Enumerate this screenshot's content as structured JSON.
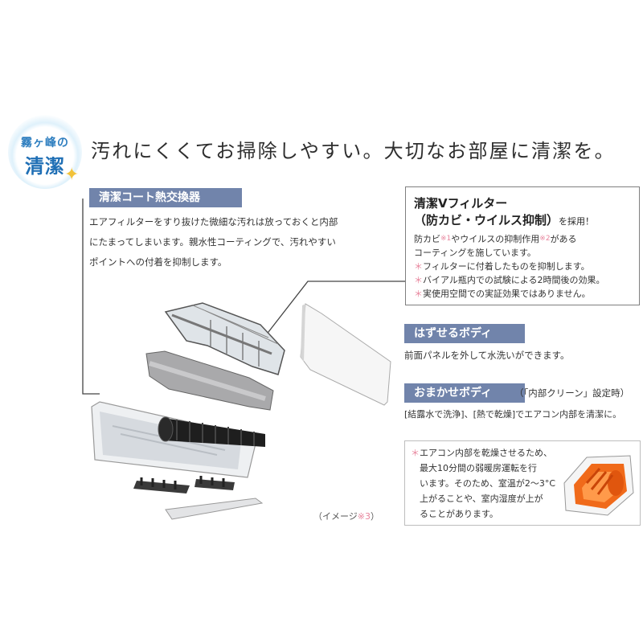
{
  "badge": {
    "sub": "霧ヶ峰の",
    "main": "清潔"
  },
  "headline": "汚れにくくてお掃除しやすい。大切なお部屋に清潔を。",
  "heat_exchanger": {
    "label": "清潔コート熱交換器",
    "lines": [
      "エアフィルターをすり抜けた微細な汚れは放っておくと内部",
      "にたまってしまいます。親水性コーティングで、汚れやすい",
      "ポイントへの付着を抑制します。"
    ]
  },
  "filter": {
    "title": "清潔Vフィルター",
    "subtitle": "（防カビ・ウイルス抑制）",
    "subtitle_tail": "を採用！",
    "desc_line1_a": "防カビ",
    "desc_line1_note1": "※1",
    "desc_line1_b": "やウイルスの抑制作用",
    "desc_line1_note2": "※2",
    "desc_line1_c": "がある",
    "desc_line2": "コーティングを施しています。",
    "notes": [
      {
        "mark": "＊",
        "text": "フィルターに付着したものを抑制します。"
      },
      {
        "mark": "＊",
        "text": "バイアル瓶内での試験による2時間後の効果。"
      },
      {
        "mark": "＊",
        "text": "実使用空間での実証効果ではありません。"
      }
    ]
  },
  "hazuseru": {
    "label": "はずせるボディ",
    "text": "前面パネルを外して水洗いができます。"
  },
  "omakase": {
    "label": "おまかせボディ",
    "paren": "（「内部クリーン」設定時）",
    "text": "[結露水で洗浄]、[熱で乾燥]でエアコン内部を清潔に。"
  },
  "note": {
    "mark": "＊",
    "lines": [
      "エアコン内部を乾燥させるため、",
      "最大10分間の弱暖房運転を行",
      "います。そのため、室温が2～3°C",
      "上がることや、室内湿度が上が",
      "ることがあります。"
    ]
  },
  "image_caption": {
    "text": "（イメージ",
    "note": "※3",
    "close": "）"
  },
  "colors": {
    "label_bar": "#7184ab",
    "pink_note": "#e8859d",
    "badge_blue": "#1f6fb5",
    "heat_orange": "#f06a1a"
  }
}
